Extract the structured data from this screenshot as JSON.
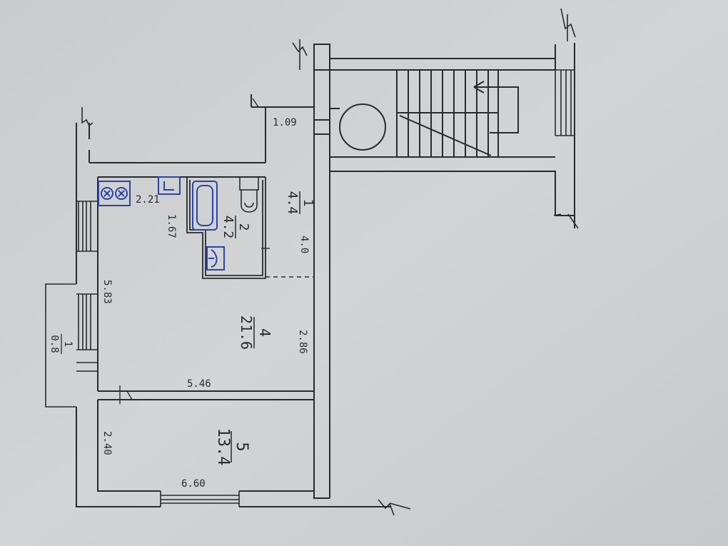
{
  "plan": {
    "rooms": [
      {
        "id": "1",
        "area": "4.4"
      },
      {
        "id": "2",
        "area": "4.2"
      },
      {
        "id": "4",
        "area": "21.6"
      },
      {
        "id": "5",
        "area": "13.4"
      }
    ],
    "balcony": {
      "id": "1",
      "area": "0.8"
    },
    "dimensions": {
      "d1": "1.09",
      "d2": "2.21",
      "d3": "1.67",
      "d4": "4.0",
      "d5": "5.83",
      "d6": "2.86",
      "d7": "5.46",
      "d8": "2.40",
      "d9": "6.60"
    }
  },
  "colors": {
    "paper": "#cfd1d3",
    "ink": "#2a2a2c",
    "fixtures": "#2b44a8"
  }
}
